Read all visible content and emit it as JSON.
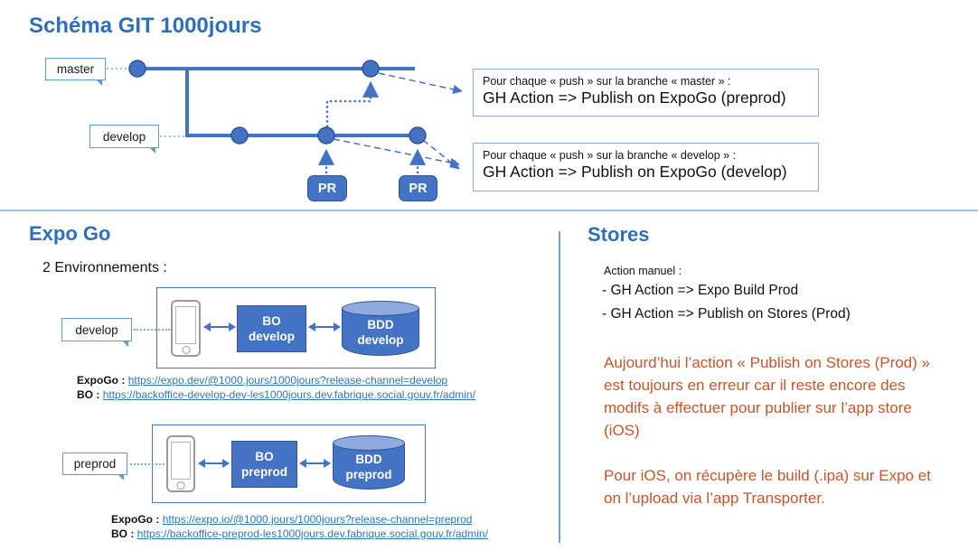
{
  "title": "Schéma GIT 1000jours",
  "colors": {
    "accent_blue": "#4472C4",
    "dark_blue_border": "#2F5597",
    "light_blue_border": "#5B9BD5",
    "heading_blue": "#2E6FBD",
    "link_blue": "#2E75B6",
    "cylinder_top": "#8FAADC",
    "warning_orange": "#C4562B"
  },
  "git_diagram": {
    "branch_labels": {
      "master": "master",
      "develop": "develop"
    },
    "pr_label": "PR",
    "callouts": [
      {
        "line1": "Pour chaque « push » sur la branche « master » :",
        "line2": "GH Action => Publish on ExpoGo (preprod)"
      },
      {
        "line1": "Pour chaque « push » sur la branche « develop » :",
        "line2": "GH Action => Publish on ExpoGo (develop)"
      }
    ]
  },
  "expo_go": {
    "heading": "Expo Go",
    "subheading": "2 Environnements :",
    "environments": [
      {
        "label": "develop",
        "bo_line1": "BO",
        "bo_line2": "develop",
        "bdd_line1": "BDD",
        "bdd_line2": "develop",
        "expogo_label": "ExpoGo :",
        "expogo_url": "https://expo.dev/@1000.jours/1000jours?release-channel=develop",
        "bo_label": "BO :",
        "bo_url": "https://backoffice-develop-dev-les1000jours.dev.fabrique.social.gouv.fr/admin/"
      },
      {
        "label": "preprod",
        "bo_line1": "BO",
        "bo_line2": "preprod",
        "bdd_line1": "BDD",
        "bdd_line2": "preprod",
        "expogo_label": "ExpoGo :",
        "expogo_url": "https://expo.io/@1000.jours/1000jours?release-channel=preprod",
        "bo_label": "BO :",
        "bo_url": "https://backoffice-preprod-les1000jours.dev.fabrique.social.gouv.fr/admin/"
      }
    ]
  },
  "stores": {
    "heading": "Stores",
    "action_label": "Action manuel :",
    "actions": [
      "- GH Action => Expo Build Prod",
      "- GH Action => Publish on Stores (Prod)"
    ],
    "warning": "Aujourd’hui  l’action « Publish on Stores (Prod) » est toujours en erreur car il reste encore des modifs à effectuer pour publier sur l’app store (iOS)",
    "note": "Pour iOS, on récupère le build (.ipa) sur Expo et on l’upload via l’app Transporter."
  }
}
